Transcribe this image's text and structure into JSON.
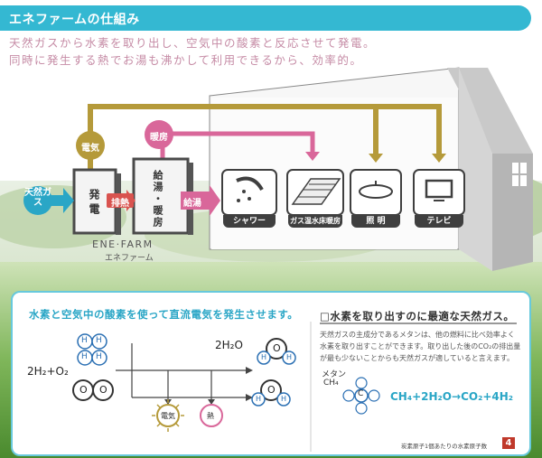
{
  "header": {
    "title": "エネファームの仕組み"
  },
  "intro": {
    "line1": "天然ガスから水素を取り出し、空気中の酸素と反応させて発電。",
    "line2": "同時に発生する熱でお湯も沸かして利用できるから、効率的。"
  },
  "diagram": {
    "labels": {
      "gas": "天然ガス",
      "electricity": "電気",
      "heating": "暖房",
      "exhaust_heat": "排熱",
      "hot_water": "給湯"
    },
    "boxes": {
      "generation": "発電",
      "supply": "給湯・暖房"
    },
    "appliances": [
      "シャワー",
      "ガス温水床暖房",
      "照 明",
      "テレビ"
    ],
    "brand": {
      "name": "ENE·FARM",
      "sub": "エネファーム"
    },
    "colors": {
      "gold": "#b59a3a",
      "pink": "#d9679a",
      "teal": "#2aa6c6",
      "orange": "#d9534f",
      "dark": "#3f3f3f"
    }
  },
  "panel": {
    "left": {
      "title": "水素と空気中の酸素を使って直流電気を発生させます。",
      "reactant_h2": "2H₂+O₂",
      "product": "2H₂O",
      "h_atom": "H",
      "o_atom": "O",
      "output_electricity": "電気",
      "output_heat": "熱"
    },
    "right": {
      "title": "水素を取り出すのに最適な天然ガス。",
      "desc": [
        "天然ガスの主成分であるメタンは、他の燃料に比べ効率よく",
        "水素を取り出すことができます。取り出した後のCO₂の排出量",
        "が最も少ないことからも天然ガスが適していると言えます。"
      ],
      "methane_label": "メタン",
      "methane_formula": "CH₄",
      "c_atom": "C",
      "equation": "CH₄+2H₂O→CO₂+4H₂",
      "footnote": "炭素原子1個あたりの水素原子数",
      "footnote_num": "4"
    }
  }
}
